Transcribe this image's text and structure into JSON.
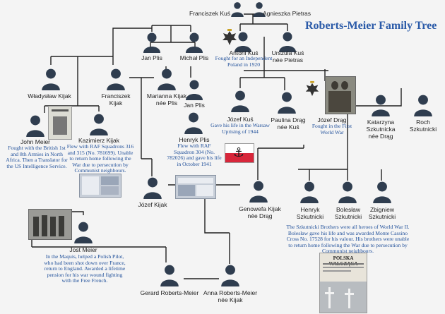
{
  "title": "Roberts-Meier Family Tree",
  "people": {
    "franciszek_kus": {
      "name": "Franciszek Kuś",
      "note": ""
    },
    "agnieszka_pietras": {
      "name": "Agnieszka Pietras",
      "note": ""
    },
    "antoni_kus": {
      "name": "Antoni Kuś",
      "note": "Fought for an Independent Poland in 1920"
    },
    "urszula_kus": {
      "name": "Urszula Kuś\nnée Pietras",
      "note": ""
    },
    "jan_plis_top": {
      "name": "Jan Plis",
      "note": ""
    },
    "michal_plis": {
      "name": "Michał Plis",
      "note": ""
    },
    "wladyslaw_kijak": {
      "name": "Władysław Kijak",
      "note": ""
    },
    "franciszek_kijak": {
      "name": "Franciszek\nKijak",
      "note": ""
    },
    "marianna_kijak": {
      "name": "Marianna Kijak\nnée Plis",
      "note": ""
    },
    "jan_plis": {
      "name": "Jan Plis",
      "note": ""
    },
    "jozef_kus": {
      "name": "Józef Kuś",
      "note": "Gave his life in the Warsaw Uprising of 1944"
    },
    "paulina_drag": {
      "name": "Paulina Drąg\nnée Kuś",
      "note": ""
    },
    "jozef_drag": {
      "name": "Józef Drąg",
      "note": "Fought in the First World War"
    },
    "katarzyna_szkutnicka": {
      "name": "Katarzyna\nSzkutnicka\nnée Drąg",
      "note": ""
    },
    "roch_szkutnicki": {
      "name": "Roch\nSzkutnicki",
      "note": ""
    },
    "john_meier": {
      "name": "John Meier",
      "note": "Fought with the British 1st and 8th Armies in North Africa. Then a Translator for the US Intelligence Service."
    },
    "kazimierz_kijak": {
      "name": "Kazimierz Kijak",
      "note": "Flew with RAF Squadrons 316 and 315 (No. 781699). Unable to return home following the War due to persecution by Communist neighbours."
    },
    "henryk_plis": {
      "name": "Henryk Plis",
      "note": "Flew with RAF Squadron 304 (No. 782026) and gave his life in October 1941"
    },
    "jozef_kijak": {
      "name": "Józef Kijak",
      "note": ""
    },
    "genowefa_kijak": {
      "name": "Genowefa Kijak\nnée Drąg",
      "note": ""
    },
    "henryk_szkutnicki": {
      "name": "Henryk\nSzkutnicki",
      "note": ""
    },
    "boleslaw_szkutnicki": {
      "name": "Bolesław\nSzkutnicki",
      "note": ""
    },
    "zbigniew_szkutnicki": {
      "name": "Zbigniew\nSzkutnicki",
      "note": ""
    },
    "jost_meier": {
      "name": "Jost Meier",
      "note": "In the Maquis, helped a Polish Pilot, who had been shot down over France, return to England. Awarded a lifetime pension for his war wound fighting with the Free French."
    },
    "gerard_roberts_meier": {
      "name": "Gerard Roberts-Meier",
      "note": ""
    },
    "anna_roberts_meier": {
      "name": "Anna Roberts-Meier\nnée Kijak",
      "note": ""
    }
  },
  "szkutnicki_note": "The Szkutnicki Brothers were all heroes of World War II. Bolesław gave his life and was awarded Monte Cassino Cross No. 17528 for his valour. His brothers were unable to return home following the War due to persecution by Communist neighbours.",
  "newspaper_headline": "POLSKA WALCZĄCA",
  "colors": {
    "title": "#2a5aa8",
    "note_text": "#1f4f9a",
    "silhouette": "#2f3d4f",
    "line": "#222222",
    "flag_red": "#d8263a"
  },
  "icons": [
    "person-silhouette-icon",
    "polish-eagle-icon",
    "anchor-symbol-icon"
  ]
}
